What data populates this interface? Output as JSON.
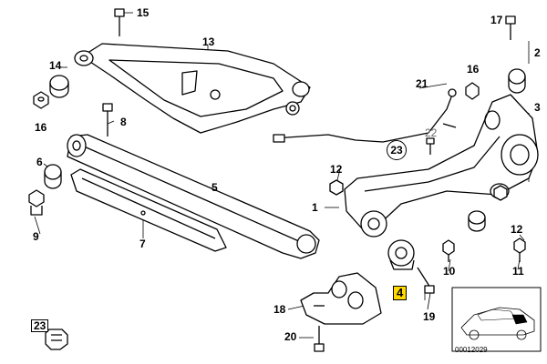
{
  "callouts": {
    "c15": "15",
    "c13": "13",
    "c14": "14",
    "c16_left": "16",
    "c8": "8",
    "c6": "6",
    "c5": "5",
    "c9": "9",
    "c7": "7",
    "c21": "21",
    "c22": "22",
    "c23_center": "23",
    "c17": "17",
    "c2": "2",
    "c16_right": "16",
    "c3": "3",
    "c12_left": "12",
    "c12_right": "12",
    "c1": "1",
    "c4": "4",
    "c10": "10",
    "c11": "11",
    "c18": "18",
    "c19": "19",
    "c20": "20",
    "c23_box": "23"
  },
  "reference_code": "00012029",
  "colors": {
    "highlight": "#ffd800",
    "line": "#000000",
    "background": "#ffffff"
  }
}
